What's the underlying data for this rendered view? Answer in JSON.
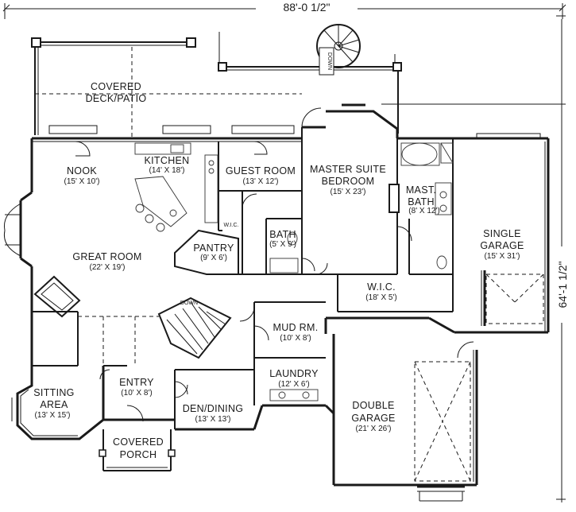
{
  "dimensions": {
    "overall_width": "88'-0 1/2\"",
    "overall_depth": "64'-1 1/2\""
  },
  "rooms": [
    {
      "id": "covered-deck",
      "name_lines": [
        "COVERED",
        "DECK/PATIO"
      ],
      "size": ""
    },
    {
      "id": "nook",
      "name_lines": [
        "NOOK"
      ],
      "size": "(15' X 10')"
    },
    {
      "id": "kitchen",
      "name_lines": [
        "KITCHEN"
      ],
      "size": "(14' X 18')"
    },
    {
      "id": "guest-room",
      "name_lines": [
        "GUEST ROOM"
      ],
      "size": "(13' X 12')"
    },
    {
      "id": "master-suite",
      "name_lines": [
        "MASTER SUITE",
        "BEDROOM"
      ],
      "size": "(15' X 23')"
    },
    {
      "id": "mast-bath",
      "name_lines": [
        "MAST.",
        "BATH"
      ],
      "size": "(8' X 12')"
    },
    {
      "id": "single-garage",
      "name_lines": [
        "SINGLE",
        "GARAGE"
      ],
      "size": "(15' X 31')"
    },
    {
      "id": "great-room",
      "name_lines": [
        "GREAT ROOM"
      ],
      "size": "(22' X 19')"
    },
    {
      "id": "pantry",
      "name_lines": [
        "PANTRY"
      ],
      "size": "(9' X 6')"
    },
    {
      "id": "bath",
      "name_lines": [
        "BATH"
      ],
      "size": "(5' X 9')"
    },
    {
      "id": "wic-master",
      "name_lines": [
        "W.I.C."
      ],
      "size": "(18' X 5')"
    },
    {
      "id": "mud-rm",
      "name_lines": [
        "MUD RM."
      ],
      "size": "(10' X 8')"
    },
    {
      "id": "laundry",
      "name_lines": [
        "LAUNDRY"
      ],
      "size": "(12' X 6')"
    },
    {
      "id": "entry",
      "name_lines": [
        "ENTRY"
      ],
      "size": "(10' X 8')"
    },
    {
      "id": "sitting-area",
      "name_lines": [
        "SITTING",
        "AREA"
      ],
      "size": "(13' X 15')"
    },
    {
      "id": "den-dining",
      "name_lines": [
        "DEN/DINING"
      ],
      "size": "(13' X 13')"
    },
    {
      "id": "double-garage",
      "name_lines": [
        "DOUBLE",
        "GARAGE"
      ],
      "size": "(21' X 26')"
    },
    {
      "id": "covered-porch",
      "name_lines": [
        "COVERED",
        "PORCH"
      ],
      "size": ""
    }
  ],
  "notes": {
    "wic_small": "W.I.C.",
    "stair_down": "DOWN",
    "spiral_down": "DOWN"
  }
}
